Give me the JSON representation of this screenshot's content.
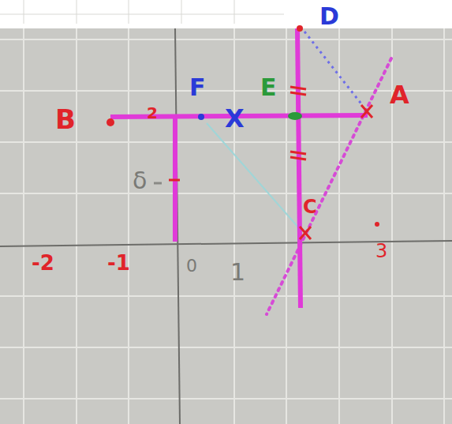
{
  "diagram": {
    "labels": [
      "B",
      "2",
      "F",
      "X",
      "E",
      "D",
      "A",
      "C",
      "-2",
      "-1",
      "0",
      "1",
      "3",
      "δ"
    ]
  }
}
